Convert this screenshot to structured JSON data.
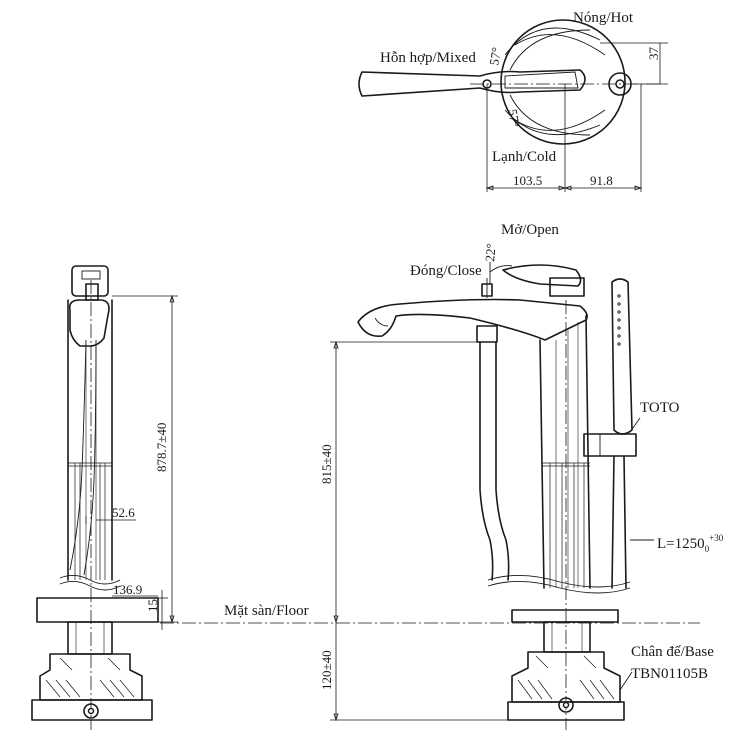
{
  "labels": {
    "hot": "Nóng/Hot",
    "mixed": "Hỗn hợp/Mixed",
    "cold": "Lạnh/Cold",
    "open": "Mở/Open",
    "close": "Đóng/Close",
    "brand": "TOTO",
    "hose_prefix": "L=1250",
    "hose_tol_sup": "+30",
    "hose_tol_sub": "0",
    "floor": "Mặt sàn/Floor",
    "base": "Chân đế/Base",
    "base_model": "TBN01105B"
  },
  "dimensions": {
    "handle_angle_top": "57°",
    "handle_angle_bottom": "57°",
    "handle_offset": "37",
    "left_reach": "103.5",
    "right_reach": "91.8",
    "open_angle": "22°",
    "side_total_height": "878.7±40",
    "spout_diameter": "52.6",
    "base_plate_width": "136.9",
    "base_plate_thickness": "15",
    "spout_height": "815±40",
    "base_depth": "120±40"
  }
}
